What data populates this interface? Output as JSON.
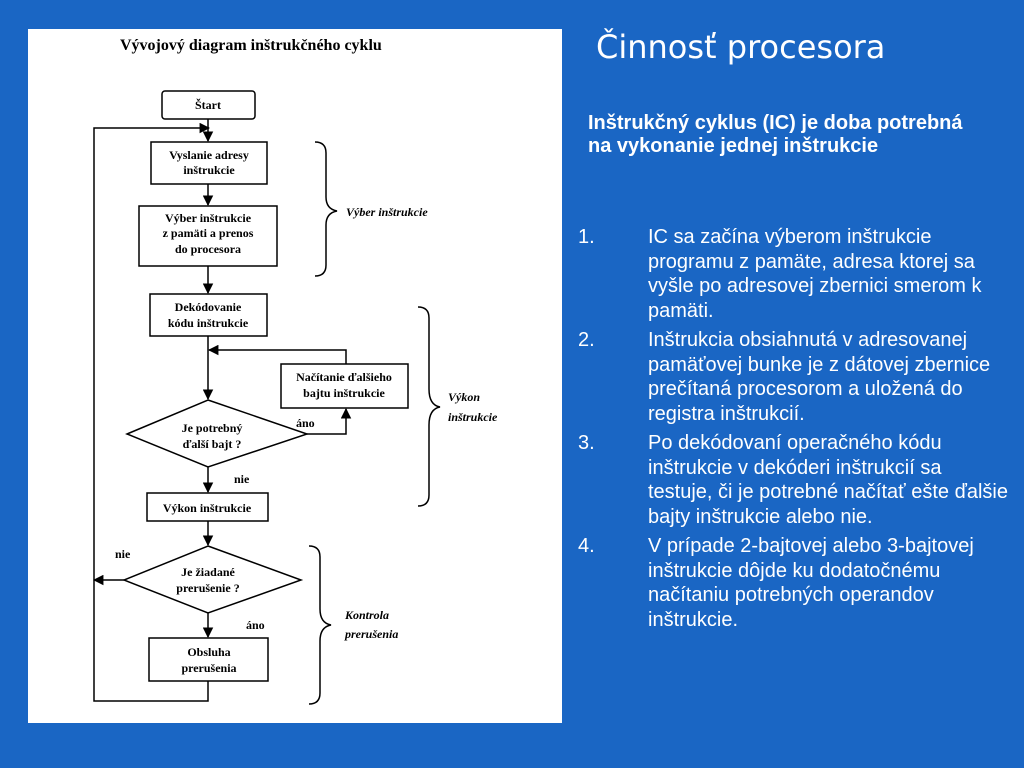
{
  "diagram": {
    "title": "Vývojový diagram inštrukčného cyklu",
    "start": "Štart",
    "box1": [
      "Vyslanie adresy",
      "inštrukcie"
    ],
    "box2": [
      "Výber inštrukcie",
      "z pamäti a prenos",
      "do procesora"
    ],
    "box3": [
      "Dekódovanie",
      "kódu inštrukcie"
    ],
    "box4": [
      "Načítanie ďalšieho",
      "bajtu inštrukcie"
    ],
    "decision1": [
      "Je potrebný",
      "ďalší bajt ?"
    ],
    "box5": "Výkon inštrukcie",
    "decision2": [
      "Je žiadané",
      "prerušenie ?"
    ],
    "box6": [
      "Obsluha",
      "prerušenia"
    ],
    "yes": "áno",
    "no": "nie",
    "label_fetch": "Výber inštrukcie",
    "label_exec": [
      "Výkon",
      "inštrukcie"
    ],
    "label_interrupt": [
      "Kontrola",
      "prerušenia"
    ]
  },
  "slide": {
    "title": "Činnosť procesora",
    "subtitle": "Inštrukčný cyklus (IC) je doba potrebná na vykonanie jednej inštrukcie",
    "steps": [
      {
        "num": "1.",
        "text": "IC sa začína výberom inštrukcie programu z pamäte, adresa ktorej sa vyšle po adresovej zbernici smerom k pamäti."
      },
      {
        "num": "2.",
        "text": "Inštrukcia obsiahnutá v adresovanej pamäťovej bunke je z dátovej zbernice prečítaná procesorom a uložená do registra inštrukcií."
      },
      {
        "num": "3.",
        "text": "Po dekódovaní operačného kódu inštrukcie v dekóderi inštrukcií sa testuje, či je potrebné načítať ešte ďalšie bajty inštrukcie alebo nie."
      },
      {
        "num": "4.",
        "text": "V prípade 2-bajtovej alebo 3-bajtovej inštrukcie dôjde ku dodatočnému načítaniu potrebných operandov inštrukcie."
      }
    ]
  }
}
